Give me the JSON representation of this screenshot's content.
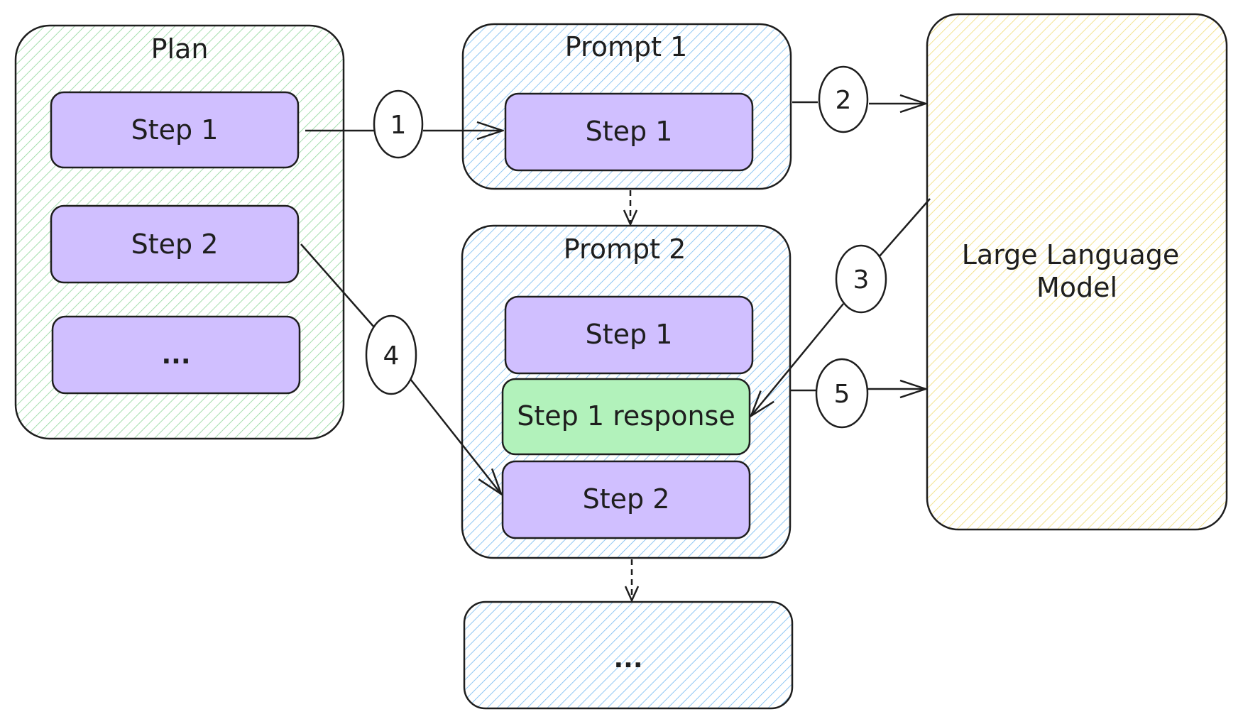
{
  "plan": {
    "title": "Plan",
    "items": [
      "Step 1",
      "Step 2",
      "..."
    ]
  },
  "prompt1": {
    "title": "Prompt 1",
    "items": [
      "Step 1"
    ]
  },
  "prompt2": {
    "title": "Prompt 2",
    "items": [
      "Step 1",
      "Step 1 response",
      "Step 2"
    ]
  },
  "next_prompt": {
    "label": "..."
  },
  "llm": {
    "line1": "Large Language",
    "line2": "Model"
  },
  "arrows": [
    "1",
    "2",
    "3",
    "4",
    "5"
  ],
  "colors": {
    "plan_fill": "#b2f2bb",
    "prompt_fill": "#a5d8ff",
    "llm_fill": "#ffec99",
    "step_fill": "#d0bfff",
    "response_fill": "#b2f2bb",
    "stroke": "#1e1e1e"
  }
}
